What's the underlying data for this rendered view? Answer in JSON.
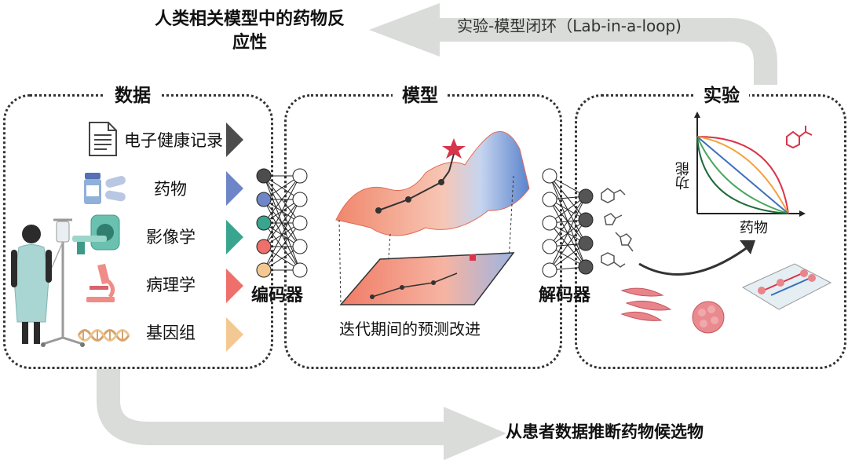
{
  "top_left_title": {
    "line1": "人类相关模型中的药物反",
    "line2": "应性"
  },
  "loop_label": "实验-模型闭环（Lab-in-a-loop)",
  "bottom_label": "从患者数据推断药物候选物",
  "panels": {
    "data": {
      "title": "数据",
      "items": [
        {
          "label": "电子健康记录",
          "color": "#4d4d4d",
          "icon": "document-icon"
        },
        {
          "label": "药物",
          "color": "#6e86c7",
          "icon": "pill-bottle-icon"
        },
        {
          "label": "影像学",
          "color": "#3aa58e",
          "icon": "mri-scanner-icon"
        },
        {
          "label": "病理学",
          "color": "#ef6f6b",
          "icon": "microscope-icon"
        },
        {
          "label": "基因组",
          "color": "#f3c892",
          "icon": "dna-icon"
        }
      ]
    },
    "model": {
      "title": "模型",
      "caption": "迭代期间的预测改进"
    },
    "experiment": {
      "title": "实验",
      "axis_y": "功能",
      "axis_x": "药物"
    }
  },
  "encoder_label": "编码器",
  "decoder_label": "解码器",
  "colors": {
    "arrow_gray": "#d9dcd8",
    "node_encoder": [
      "#4d4d4d",
      "#6e86c7",
      "#3aa58e",
      "#ef6f6b",
      "#f3c892"
    ],
    "node_decoder": "#555555",
    "surface_red": "#ee7a63",
    "surface_blue": "#6c8fcf",
    "star": "#d9344a"
  }
}
